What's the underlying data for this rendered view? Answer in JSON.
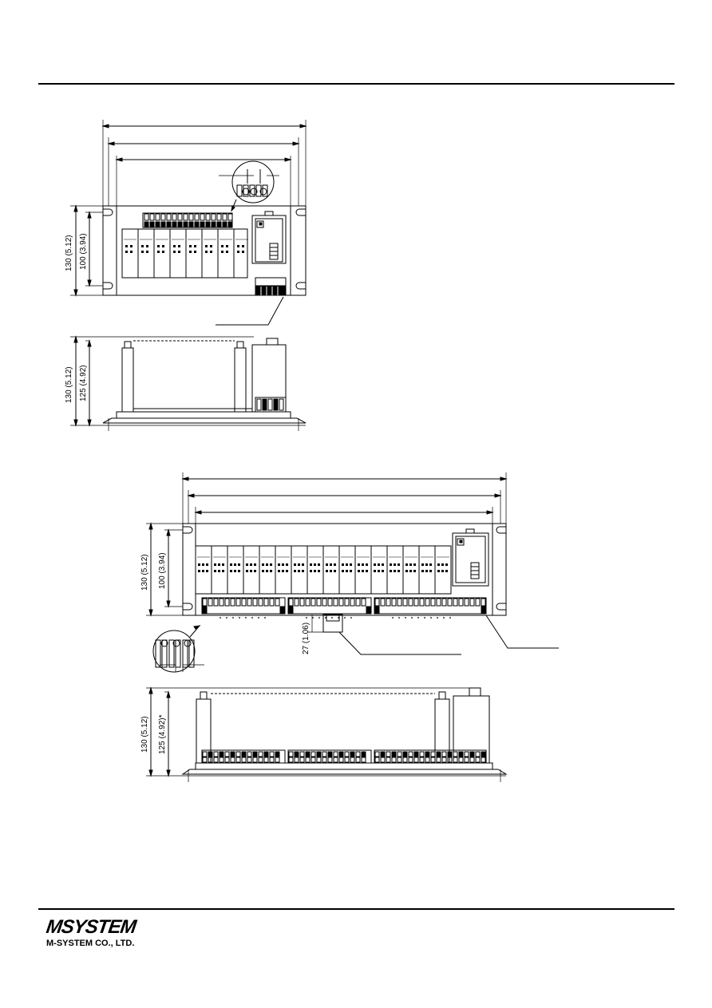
{
  "drawing1": {
    "front_dims": {
      "height_total": "130 (5.12)",
      "height_mount": "100 (3.94)"
    },
    "side_dims": {
      "height_total": "130 (5.12)",
      "height_body": "125 (4.92)"
    }
  },
  "drawing2": {
    "front_dims": {
      "height_total": "130 (5.12)",
      "height_mount": "100 (3.94)",
      "connector_depth": "27 (1.06)"
    },
    "side_dims": {
      "height_total": "130 (5.12)",
      "height_body": "125 (4.92)*"
    }
  },
  "footer": {
    "logo_text": "MSYSTEM",
    "company_name": "M-SYSTEM CO., LTD."
  }
}
